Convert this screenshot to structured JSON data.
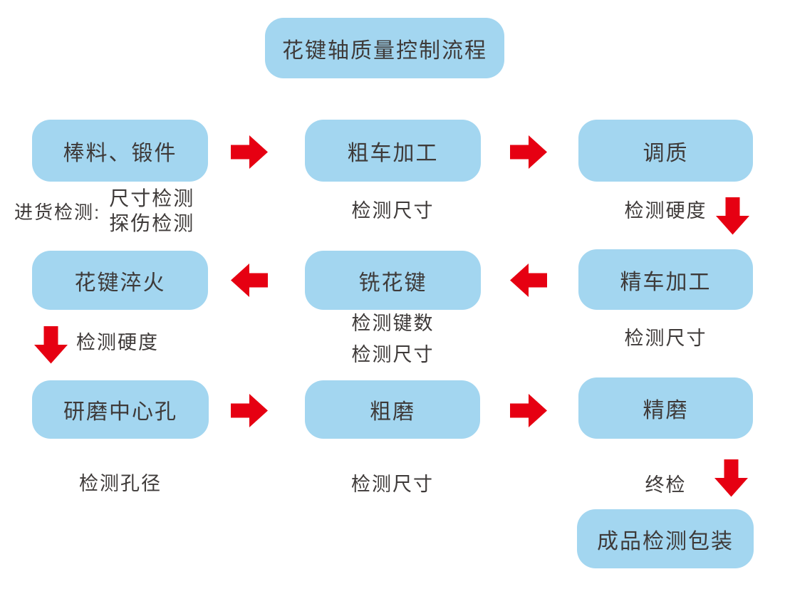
{
  "title": "花键轴质量控制流程",
  "colors": {
    "box_fill": "#A3D6F0",
    "arrow_red": "#E60012",
    "text": "#3E3A39",
    "background": "#FFFFFF"
  },
  "nodes": {
    "raw_material": "棒料、锻件",
    "rough_turning": "粗车加工",
    "quench_temper": "调质",
    "spline_quenching": "花键淬火",
    "spline_milling": "铣花键",
    "finish_turning": "精车加工",
    "center_hole_lapping": "研磨中心孔",
    "rough_grinding": "粗磨",
    "finish_grinding": "精磨",
    "final_inspect_pack": "成品检测包装"
  },
  "inspections": {
    "incoming_label": "进货检测:",
    "incoming_item_1": "尺寸检测",
    "incoming_item_2": "探伤检测",
    "after_rough_turning": "检测尺寸",
    "after_quench_temper": "检测硬度",
    "after_spline_quenching": "检测硬度",
    "after_spline_milling_1": "检测键数",
    "after_spline_milling_2": "检测尺寸",
    "after_finish_turning": "检测尺寸",
    "after_center_hole": "检测孔径",
    "after_rough_grinding": "检测尺寸",
    "final_check": "终检"
  }
}
